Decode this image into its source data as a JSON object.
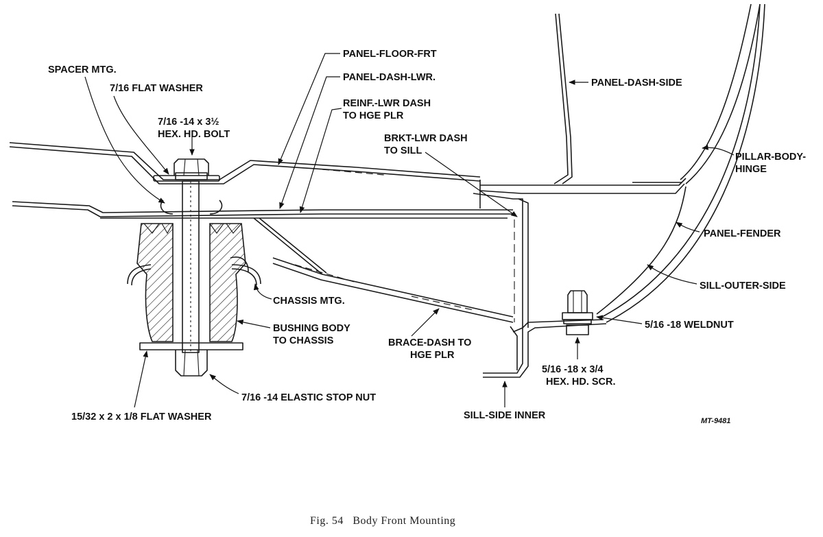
{
  "labels": {
    "spacer_mtg": "SPACER MTG.",
    "flat_washer_top": "7/16 FLAT WASHER",
    "hex_bolt_size": "7/16 -14 x 3½",
    "hex_bolt": "HEX. HD. BOLT",
    "panel_floor_frt": "PANEL-FLOOR-FRT",
    "panel_dash_lwr": "PANEL-DASH-LWR.",
    "reinf_line1": "REINF.-LWR DASH",
    "reinf_line2": "TO HGE PLR",
    "brkt_line1": "BRKT-LWR DASH",
    "brkt_line2": "TO SILL",
    "panel_dash_side": "PANEL-DASH-SIDE",
    "pillar_line1": "PILLAR-BODY-",
    "pillar_line2": "HINGE",
    "panel_fender": "PANEL-FENDER",
    "sill_outer_side": "SILL-OUTER-SIDE",
    "chassis_mtg": "CHASSIS MTG.",
    "bushing_line1": "BUSHING BODY",
    "bushing_line2": "TO CHASSIS",
    "brace_line1": "BRACE-DASH TO",
    "brace_line2": "HGE PLR",
    "weldnut": "5/16 -18 WELDNUT",
    "hex_scr_size": "5/16 -18 x 3/4",
    "hex_scr": "HEX. HD. SCR.",
    "stop_nut": "7/16 -14 ELASTIC STOP NUT",
    "flat_washer_bottom": "15/32 x 2 x 1/8 FLAT WASHER",
    "sill_side_inner": "SILL-SIDE INNER",
    "ref_number": "MT-9481"
  },
  "caption": "Fig. 54   Body Front Mounting"
}
